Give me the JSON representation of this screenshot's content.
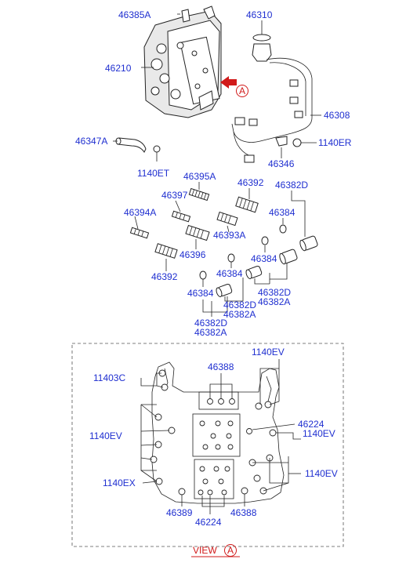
{
  "labels": {
    "p46385A": "46385A",
    "p46310": "46310",
    "p46210": "46210",
    "p46308": "46308",
    "p46347A": "46347A",
    "p1140ER": "1140ER",
    "p1140ET": "1140ET",
    "p46346": "46346",
    "p46395A": "46395A",
    "p46392_top": "46392",
    "p46382D_top": "46382D",
    "p46397": "46397",
    "p46384_a": "46384",
    "p46394A": "46394A",
    "p46393A": "46393A",
    "p46396": "46396",
    "p46384_b": "46384",
    "p46392_bot": "46392",
    "p46384_c": "46384",
    "p46382D_mid": "46382D",
    "p46382A_mid": "46382A",
    "p46384_d": "46384",
    "p46382D_low": "46382D",
    "p46382A_low": "46382A",
    "p46382D_bot": "46382D",
    "p46382A_bot": "46382A",
    "v11403C": "11403C",
    "v46388_top": "46388",
    "v1140EV_tr": "1140EV",
    "v46224_r": "46224",
    "v1140EV_l": "1140EV",
    "v1140EV_r": "1140EV",
    "v1140EX": "1140EX",
    "v1140EV_br": "1140EV",
    "v46389": "46389",
    "v46224_b": "46224",
    "v46388_b": "46388"
  },
  "callout": {
    "letter": "A"
  },
  "view": {
    "text": "VIEW",
    "letter": "A"
  },
  "colors": {
    "label": "#1f2fd0",
    "callout": "#d11a1a"
  }
}
